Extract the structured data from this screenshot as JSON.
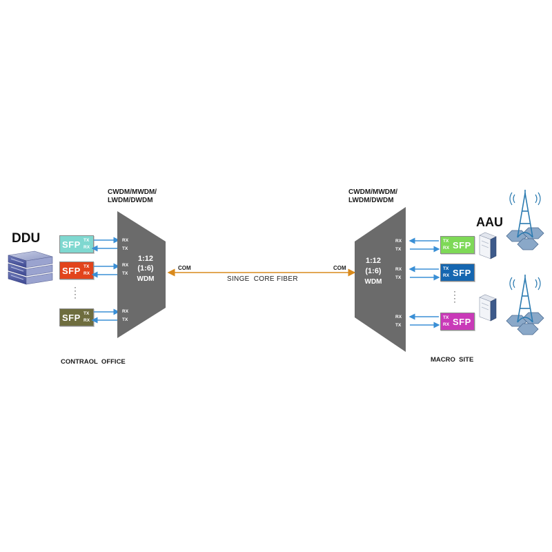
{
  "left": {
    "wdm_type": [
      "CWDM/MWDM/",
      "LWDM/DWDM"
    ],
    "wdm_label": [
      "1:12",
      "(1:6)",
      "WDM"
    ],
    "com_label": "COM",
    "equipment_label": "DDU",
    "site_label": "CONTRAOL  OFFICE",
    "sfps": [
      {
        "text": "SFP",
        "tx": "TX",
        "rx": "RX",
        "color": "#7fd8d0"
      },
      {
        "text": "SFP",
        "tx": "TX",
        "rx": "RX",
        "color": "#e2441c"
      },
      {
        "text": "SFP",
        "tx": "TX",
        "rx": "RX",
        "color": "#6e6d3e"
      }
    ],
    "ports": [
      [
        "RX",
        "TX"
      ],
      [
        "RX",
        "TX"
      ],
      [
        "RX",
        "TX"
      ]
    ]
  },
  "right": {
    "wdm_type": [
      "CWDM/MWDM/",
      "LWDM/DWDM"
    ],
    "wdm_label": [
      "1:12",
      "(1:6)",
      "WDM"
    ],
    "com_label": "COM",
    "equipment_label": "AAU",
    "site_label": "MACRO  SITE",
    "sfps": [
      {
        "text": "SFP",
        "tx": "TX",
        "rx": "RX",
        "color": "#7ed957"
      },
      {
        "text": "SFP",
        "tx": "TX",
        "rx": "RX",
        "color": "#1566b0"
      },
      {
        "text": "SFP",
        "tx": "TX",
        "rx": "RX",
        "color": "#c93ab8"
      }
    ],
    "ports": [
      [
        "RX",
        "TX"
      ],
      [
        "RX",
        "TX"
      ],
      [
        "RX",
        "TX"
      ]
    ]
  },
  "fiber_label": "SINGE  CORE FIBER",
  "colors": {
    "wdm_body": "#6b6b6b",
    "fiber": "#d98a1c",
    "arrow": "#3a8fd6",
    "tower": "#2a7ab0",
    "hex": "#8aa8c8"
  }
}
